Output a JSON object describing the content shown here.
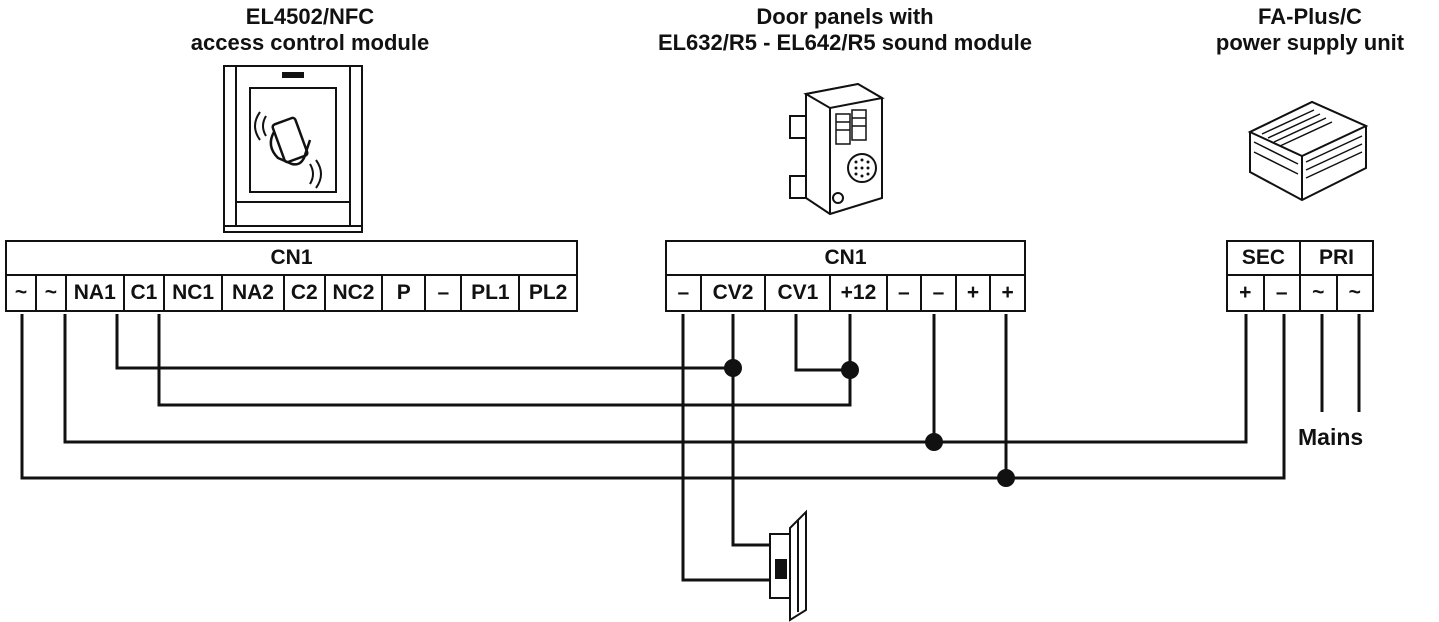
{
  "devices": {
    "access_control": {
      "title_line1": "EL4502/NFC",
      "title_line2": "access control module"
    },
    "door_panel": {
      "title_line1": "Door panels with",
      "title_line2": "EL632/R5 - EL642/R5 sound module"
    },
    "power_supply": {
      "title_line1": "FA-Plus/C",
      "title_line2": "power supply unit"
    }
  },
  "terminals": {
    "access_control": {
      "header": "CN1",
      "pins": [
        "~",
        "~",
        "NA1",
        "C1",
        "NC1",
        "NA2",
        "C2",
        "NC2",
        "P",
        "–",
        "PL1",
        "PL2"
      ]
    },
    "door_panel": {
      "header": "CN1",
      "pins": [
        "–",
        "CV2",
        "CV1",
        "+12",
        "–",
        "–",
        "+",
        "+"
      ]
    },
    "power_supply": {
      "header_sec": "SEC",
      "header_pri": "PRI",
      "pins": [
        "+",
        "–",
        "~",
        "~"
      ]
    }
  },
  "labels": {
    "mains": "Mains"
  },
  "colors": {
    "line": "#111111",
    "background": "#ffffff"
  }
}
